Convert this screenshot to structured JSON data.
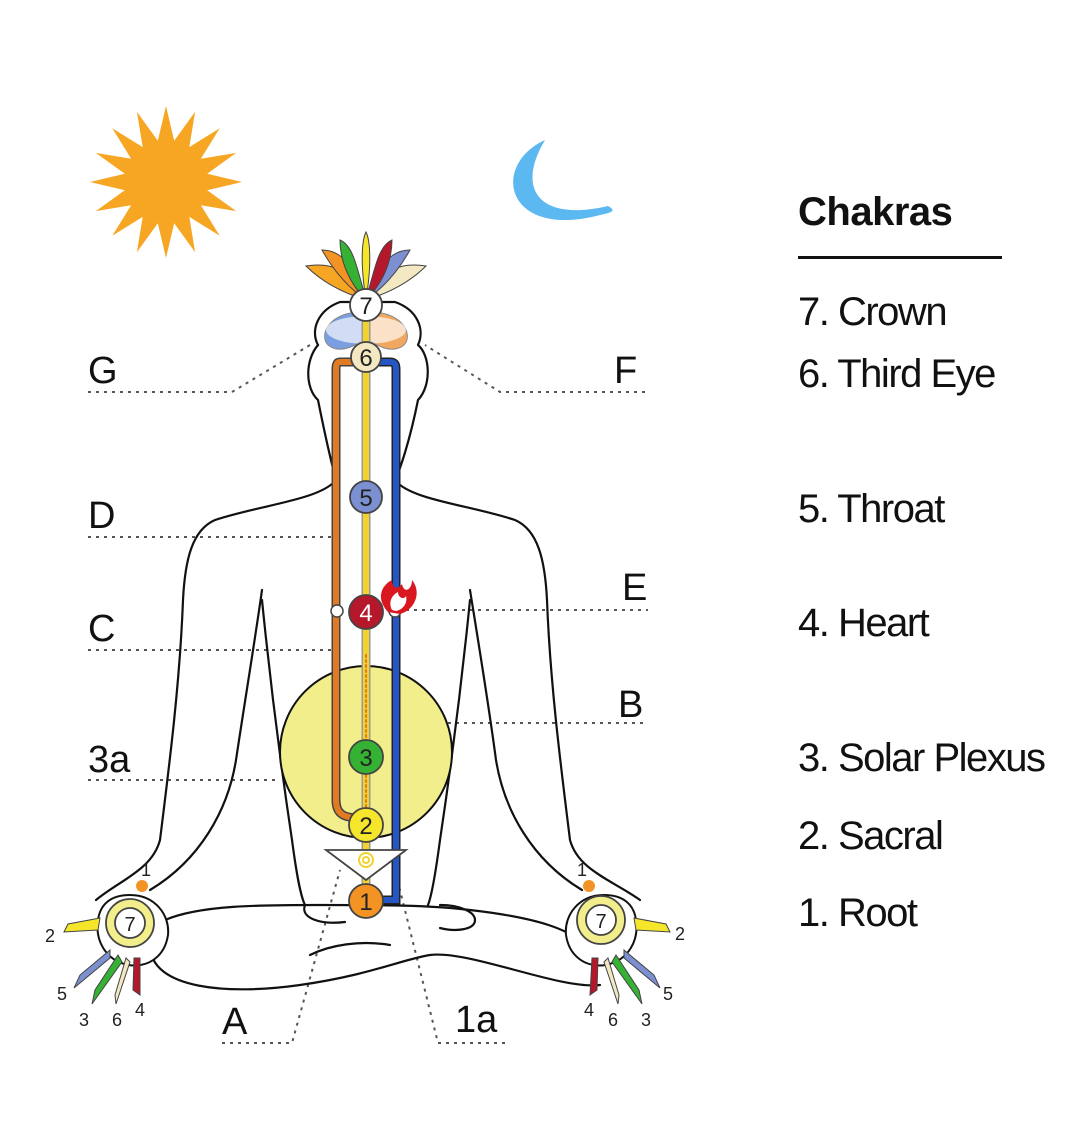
{
  "legend": {
    "title": "Chakras",
    "items": [
      {
        "num": 7,
        "text": "7. Crown"
      },
      {
        "num": 6,
        "text": "6. Third Eye"
      },
      {
        "num": 5,
        "text": "5. Throat"
      },
      {
        "num": 4,
        "text": "4. Heart"
      },
      {
        "num": 3,
        "text": "3. Solar Plexus"
      },
      {
        "num": 2,
        "text": "2. Sacral"
      },
      {
        "num": 1,
        "text": "1. Root"
      }
    ]
  },
  "body_chakras": [
    {
      "label": "7",
      "color": "#ffffff"
    },
    {
      "label": "6",
      "color": "#f3e8c2"
    },
    {
      "label": "5",
      "color": "#7b8fd1"
    },
    {
      "label": "4",
      "color": "#b5182b"
    },
    {
      "label": "3",
      "color": "#35b234"
    },
    {
      "label": "2",
      "color": "#f6e62b"
    },
    {
      "label": "1",
      "color": "#f39323"
    }
  ],
  "callouts": {
    "G": "G",
    "F": "F",
    "D": "D",
    "E": "E",
    "C": "C",
    "B": "B",
    "3a": "3a",
    "A": "A",
    "1a": "1a"
  },
  "hands": {
    "left": {
      "palm": "7",
      "f1": "1",
      "f2": "2",
      "f3": "3",
      "f4": "4",
      "f5": "5",
      "f6": "6"
    },
    "right": {
      "palm": "7",
      "f1": "1",
      "f2": "2",
      "f3": "3",
      "f4": "4",
      "f5": "5",
      "f6": "6"
    }
  },
  "colors": {
    "sun": "#f6a623",
    "moon": "#5bb8f0",
    "solar_disc": "#f2ee8c",
    "nadi_left": "#e07b24",
    "nadi_right": "#2456c6",
    "nadi_center": "#f2d22e"
  },
  "icons": [
    "sun-icon",
    "moon-icon",
    "lotus-crown-icon",
    "flame-icon"
  ]
}
